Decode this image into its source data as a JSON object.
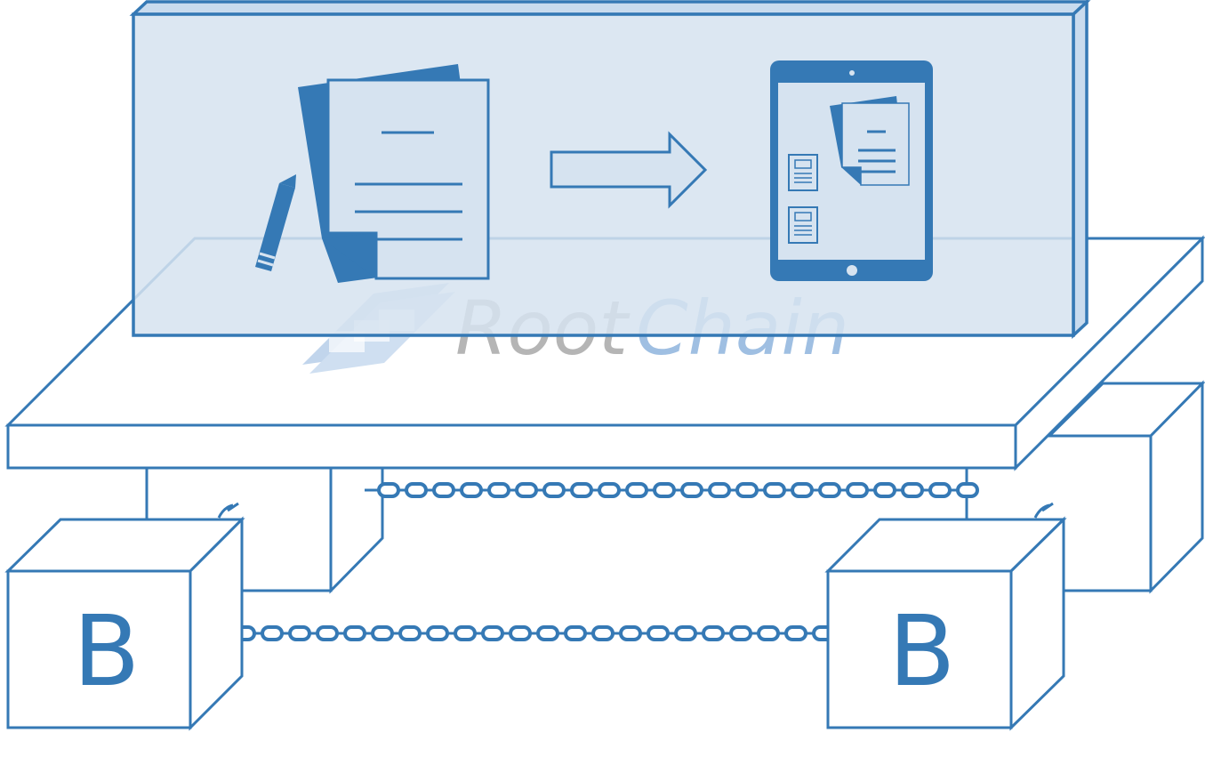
{
  "diagram": {
    "blocks": [
      {
        "letter": "B"
      },
      {
        "letter": "B"
      }
    ],
    "watermark": {
      "part1": "Root",
      "part2": "Chain"
    },
    "colors": {
      "line": "#3579b5",
      "panel": "#d6e3f0",
      "watermark_gray": "#a9a9a9",
      "watermark_blue": "#8fb4de"
    }
  }
}
